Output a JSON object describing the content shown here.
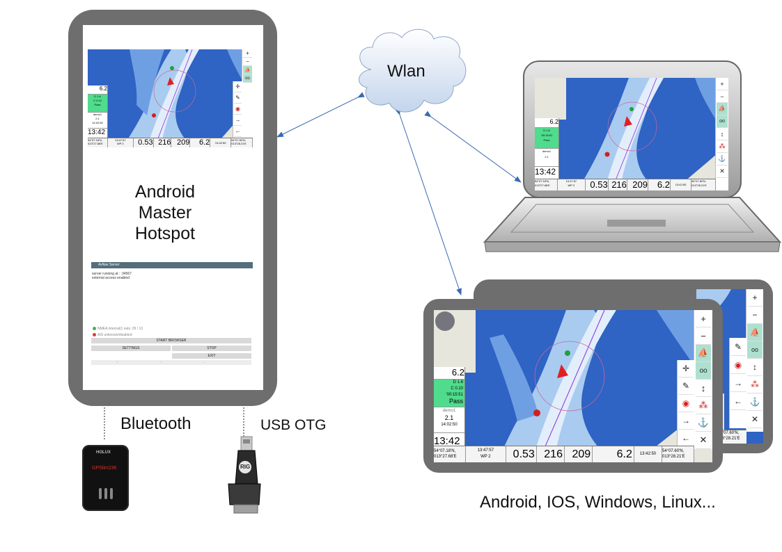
{
  "cloud": {
    "label": "Wlan"
  },
  "phone": {
    "caption_lines": [
      "Android",
      "Master",
      "Hotspot"
    ],
    "server_title": "AvNav Server",
    "server_lines": [
      "server running at :  :34567",
      "external access enabled"
    ],
    "status_lines": [
      "NMEA internal(1 sats: 29 / 13",
      "AIS unknown/disabled"
    ],
    "buttons": {
      "start": "START BROWSER",
      "settings": "SETTINGS",
      "stop": "STOP",
      "exit": "EXIT"
    }
  },
  "labels": {
    "bluetooth": "Bluetooth",
    "usb": "USB OTG",
    "platforms": "Android, IOS, Windows, Linux..."
  },
  "devices": {
    "gps_brand": "HOLUX",
    "gps_model": "GPSlim236",
    "usb_brand": "RIG"
  },
  "chart_screen": {
    "depth": "6.2",
    "dst": "D 1.6",
    "cpa": "C 0.10",
    "tcpa": "’00:15:51",
    "pass": "Pass",
    "ais_name": "demo1",
    "ais_dist": "2.1",
    "ais_time": "14:02:50",
    "clock": "13:42",
    "pos1": "54°07.18'N,",
    "pos2": "013°27.68'E",
    "wp_time": "13:47:57",
    "wp": "WP 2",
    "sog": "0.53",
    "cog": "216",
    "brg": "209",
    "dpt": "6.2",
    "gps_time": "13:42:50",
    "mpos1": "54°07.60'N,",
    "mpos2": "013°28.21'E"
  },
  "colors": {
    "deep": "#2f63c4",
    "mid": "#6f9fe3",
    "light": "#aacbf0",
    "shallow": "#e3eefb",
    "land": "#e6e6dc",
    "pass_green": "#4fdc8d",
    "arrow": "#3a6ab0",
    "device_frame": "#6e6e6e"
  },
  "icons": [
    "zoom-in-icon",
    "zoom-out-icon",
    "boat-icon",
    "binoculars-icon",
    "crosshair-icon",
    "pencil-icon",
    "compass-icon",
    "target-icon",
    "route-icon",
    "arrow-right-icon",
    "arrow-left-icon",
    "anchor-icon",
    "close-icon"
  ]
}
